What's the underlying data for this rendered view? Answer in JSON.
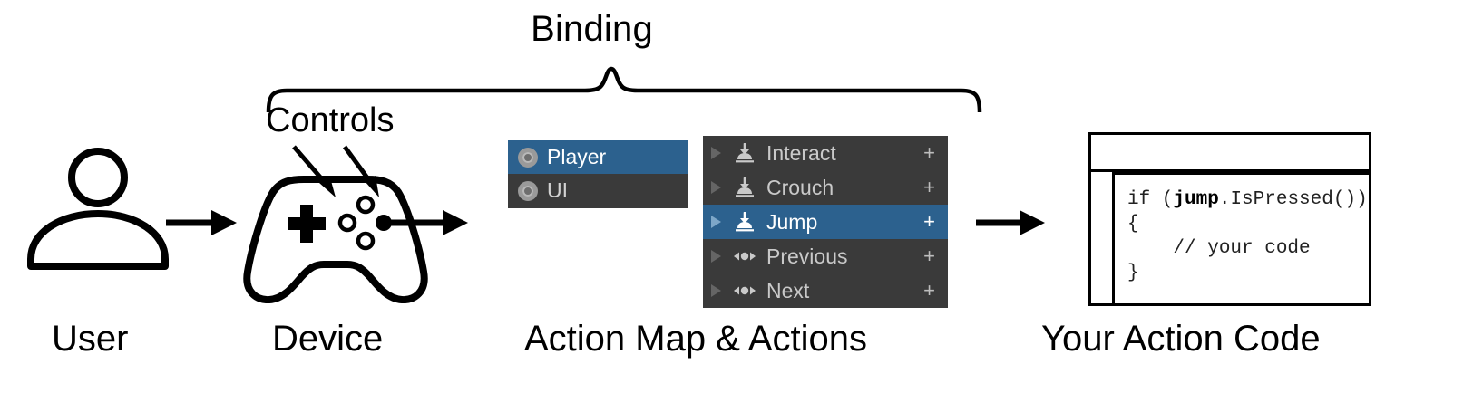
{
  "diagram": {
    "top_annotations": {
      "binding_label": "Binding",
      "controls_label": "Controls"
    },
    "captions": {
      "user": "User",
      "device": "Device",
      "action_map": "Action Map & Actions",
      "code": "Your Action Code"
    },
    "colors": {
      "selection_blue": "#2c618e",
      "panel_dark": "#3a3a3a",
      "text_gray": "#c9c9c9",
      "stroke_black": "#000000",
      "background": "#ffffff"
    }
  },
  "action_map_panel": {
    "rows": [
      {
        "label": "Player",
        "icon": "action-map-ring-icon",
        "selected": true
      },
      {
        "label": "UI",
        "icon": "action-map-ring-icon",
        "selected": false
      }
    ]
  },
  "actions_panel": {
    "add_binding_symbol": "+",
    "rows": [
      {
        "label": "Interact",
        "icon": "button-action-icon",
        "selected": false,
        "add": "+"
      },
      {
        "label": "Crouch",
        "icon": "button-action-icon",
        "selected": false,
        "add": "+"
      },
      {
        "label": "Jump",
        "icon": "button-action-icon",
        "selected": true,
        "add": "+"
      },
      {
        "label": "Previous",
        "icon": "axis-action-icon",
        "selected": false,
        "add": "+"
      },
      {
        "label": "Next",
        "icon": "axis-action-icon",
        "selected": false,
        "add": "+"
      }
    ]
  },
  "code_window": {
    "title": "",
    "lines": [
      {
        "pre": "if (",
        "bold": "jump",
        "post": ".IsPressed())"
      },
      {
        "pre": "{",
        "bold": "",
        "post": ""
      },
      {
        "pre": "    // your code",
        "bold": "",
        "post": ""
      },
      {
        "pre": "}",
        "bold": "",
        "post": ""
      }
    ]
  },
  "icons": {
    "user": "user-avatar-icon",
    "gamepad": "gamepad-icon",
    "arrow_user_to_device": "arrow-right-icon",
    "arrow_device_to_actions": "arrow-right-icon",
    "arrow_actions_to_code": "arrow-right-icon",
    "controls_pointer_left": "pointer-arrow-icon",
    "controls_pointer_right": "pointer-arrow-icon",
    "binding_brace": "curly-brace-icon"
  }
}
